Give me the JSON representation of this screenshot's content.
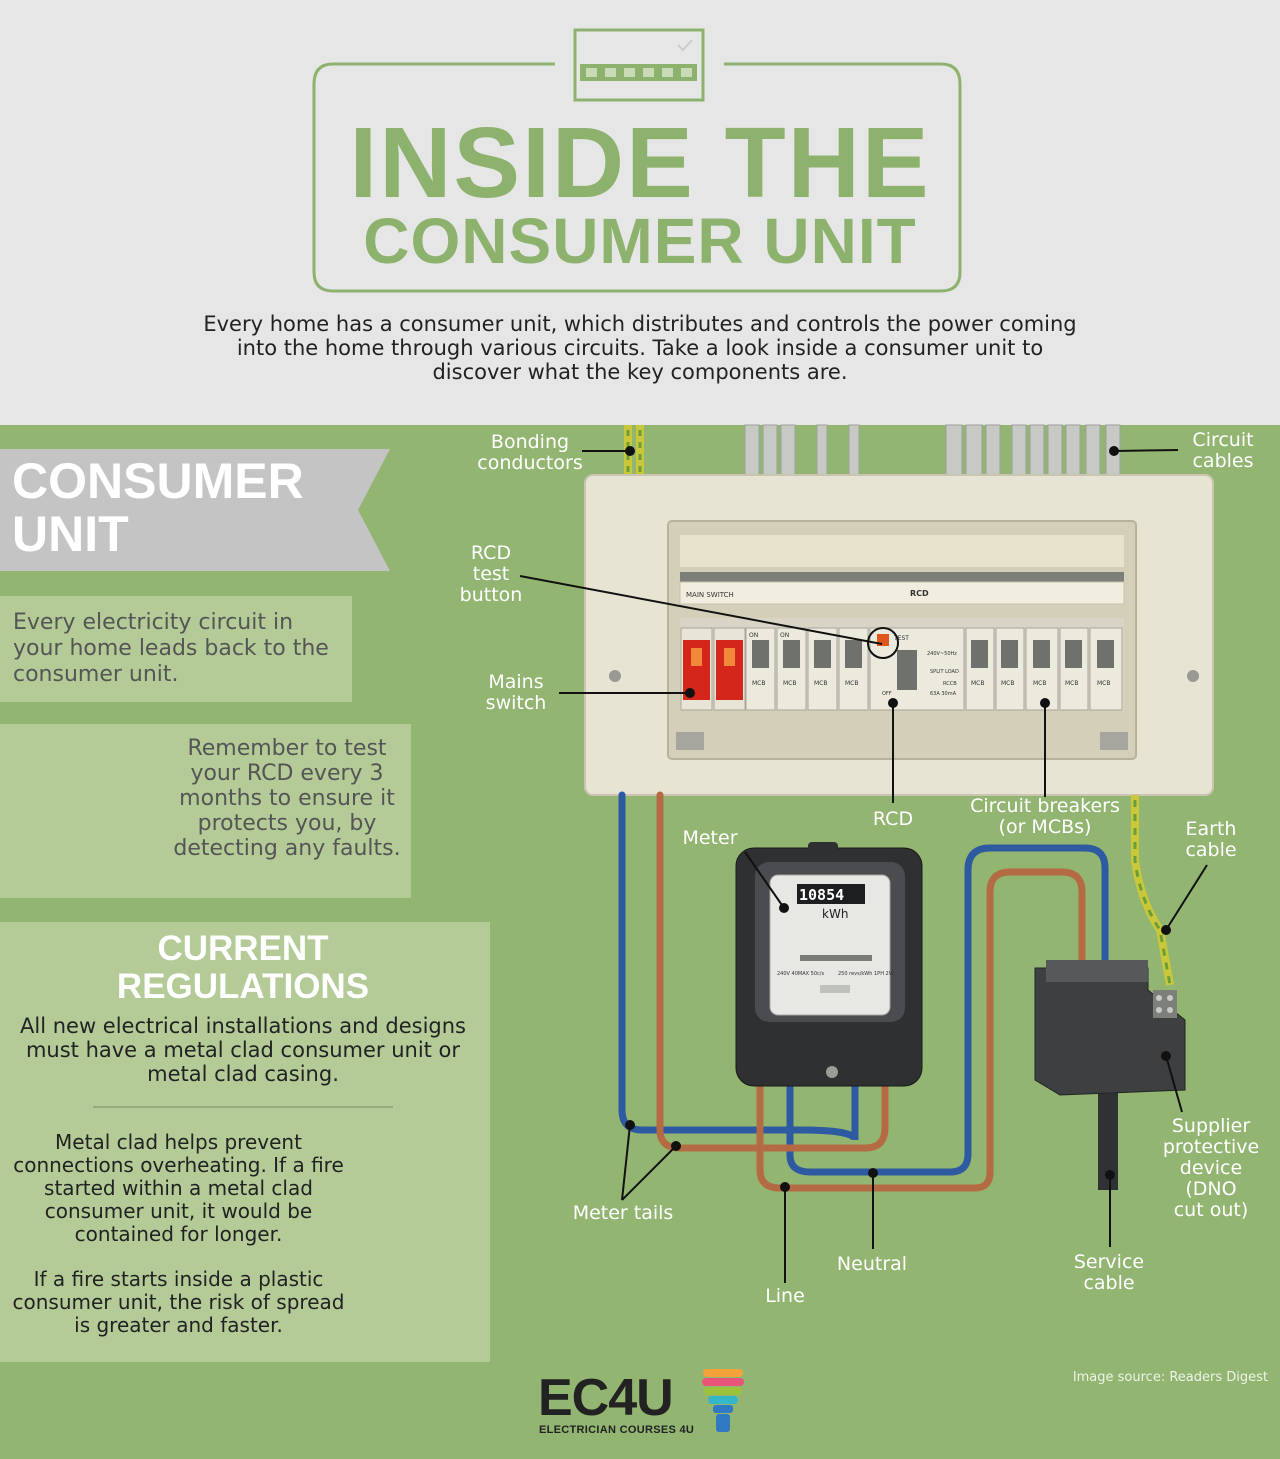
{
  "header": {
    "title_line1": "INSIDE THE",
    "title_line2": "CONSUMER UNIT",
    "intro": "Every home has a consumer unit, which distributes and controls the power coming into the home through various circuits. Take a look inside a consumer unit to discover what the key components are."
  },
  "sidebar": {
    "consumer_unit_title_line1": "CONSUMER",
    "consumer_unit_title_line2": "UNIT",
    "circuit_text": "Every electricity circuit in your home leads back to the consumer unit.",
    "rcd_tip": "Remember to test your RCD every 3 months to ensure it protects you, by detecting any faults.",
    "regulations_title_line1": "CURRENT",
    "regulations_title_line2": "REGULATIONS",
    "regulations_text": "All new electrical installations and designs must have a metal clad consumer unit or metal clad casing.",
    "metal_clad_text": "Metal clad helps prevent connections overheating. If a fire started within a metal clad consumer unit, it would be contained for longer.",
    "plastic_text": "If a fire starts inside a plastic consumer unit, the risk of spread is greater and faster."
  },
  "labels": {
    "bonding_line1": "Bonding",
    "bonding_line2": "conductors",
    "circuit_cables_line1": "Circuit",
    "circuit_cables_line2": "cables",
    "rcd_test_line1": "RCD",
    "rcd_test_line2": "test",
    "rcd_test_line3": "button",
    "mains_line1": "Mains",
    "mains_line2": "switch",
    "rcd": "RCD",
    "breakers_line1": "Circuit breakers",
    "breakers_line2": "(or MCBs)",
    "meter": "Meter",
    "earth_line1": "Earth",
    "earth_line2": "cable",
    "supplier_line1": "Supplier",
    "supplier_line2": "protective",
    "supplier_line3": "device",
    "supplier_line4": "(DNO",
    "supplier_line5": "cut out)",
    "meter_tails": "Meter tails",
    "neutral": "Neutral",
    "line": "Line",
    "service_line1": "Service",
    "service_line2": "cable"
  },
  "unit_markings": {
    "main_switch": "MAIN SWITCH",
    "rcd_mark": "RCD",
    "test": "TEST",
    "on": "ON",
    "off": "OFF",
    "mcb": "MCB",
    "rcd_spec": "240V~50Hz",
    "split_load": "SPLIT LOAD",
    "rccb": "RCCB",
    "rating": "63A 30mA"
  },
  "meter_display": {
    "reading": "10854",
    "unit": "kWh",
    "spec_left": "240V 40MAX 50c/s",
    "spec_right": "250 revs/kWh 1PH 2W"
  },
  "footer": {
    "source": "Image source: Readers Digest",
    "logo": "EC4U",
    "logo_sub": "ELECTRICIAN COURSES 4U"
  },
  "colors": {
    "brand_green": "#8db26d",
    "panel_green": "#93b572",
    "box_green": "#b4cb98",
    "header_bg": "#e6e6e6",
    "cable_blue": "#2d5aa0",
    "cable_brown": "#b46a43",
    "earth_yellow": "#c8c83a",
    "fire_orange": "#f26a2e"
  },
  "icons": [
    "consumer-unit-icon",
    "fire-icon",
    "lightbulb-icon",
    "checkmark-icon"
  ]
}
